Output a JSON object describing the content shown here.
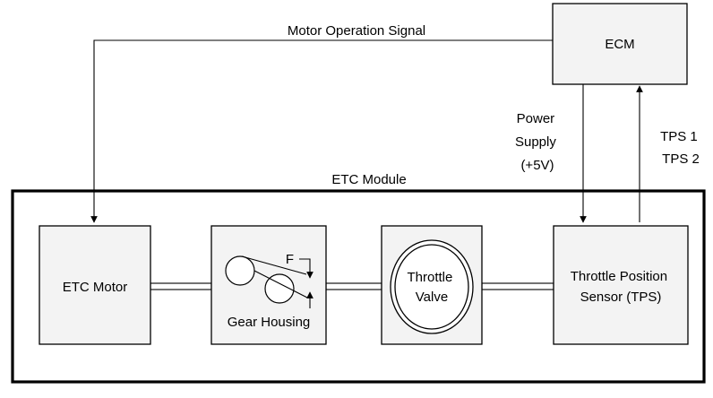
{
  "labels": {
    "motor_signal": "Motor Operation Signal",
    "ecm": "ECM",
    "power_supply": [
      "Power",
      "Supply",
      "(+5V)"
    ],
    "tps_signals": [
      "TPS 1",
      "TPS 2"
    ],
    "etc_module": "ETC Module",
    "etc_motor": "ETC Motor",
    "gear_housing": "Gear Housing",
    "force_marker": "F",
    "throttle_valve": [
      "Throttle",
      "Valve"
    ],
    "tps_sensor": [
      "Throttle Position",
      "Sensor (TPS)"
    ]
  },
  "colors": {
    "box_fill": "#f3f3f3",
    "line": "#000000",
    "background": "#ffffff"
  }
}
